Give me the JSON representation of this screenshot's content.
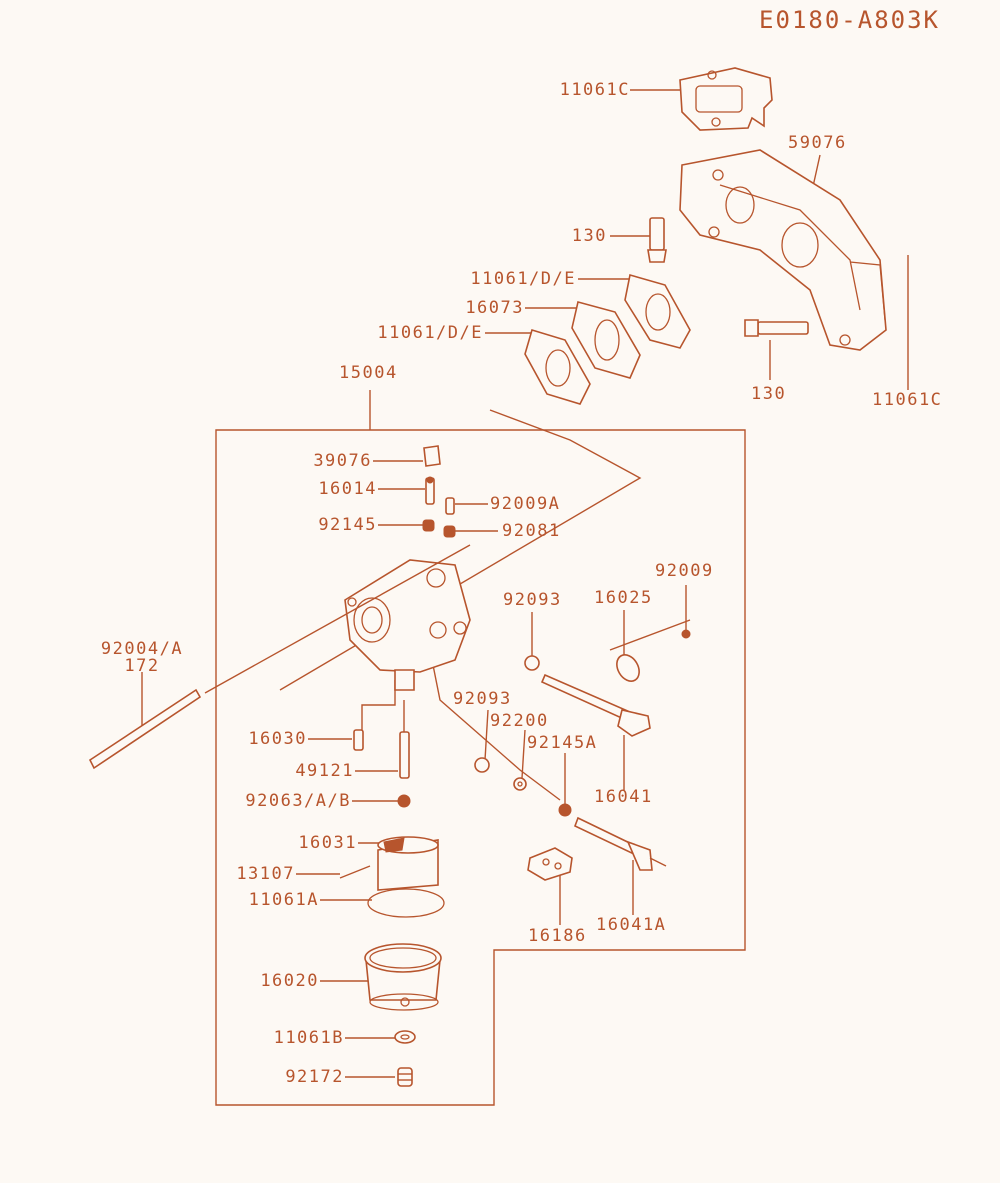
{
  "diagram_code": "E0180-A803K",
  "callouts": {
    "p11061C_top": "11061C",
    "p59076": "59076",
    "p130_a": "130",
    "p11061DE_a": "11061/D/E",
    "p16073": "16073",
    "p11061DE_b": "11061/D/E",
    "p130_b": "130",
    "p11061C_side": "11061C",
    "p15004": "15004",
    "p39076": "39076",
    "p16014": "16014",
    "p92009A": "92009A",
    "p92145": "92145",
    "p92081": "92081",
    "p92009": "92009",
    "p92093_a": "92093",
    "p16025": "16025",
    "p92004A": "92004/A",
    "p172": "172",
    "p92093_b": "92093",
    "p92200": "92200",
    "p92145A": "92145A",
    "p16030": "16030",
    "p16041": "16041",
    "p49121": "49121",
    "p92063": "92063/A/B",
    "p16031": "16031",
    "p13107": "13107",
    "p11061A": "11061A",
    "p16186": "16186",
    "p16041A": "16041A",
    "p16020": "16020",
    "p11061B": "11061B",
    "p92172": "92172"
  },
  "colors": {
    "ink": "#b7552d",
    "paper": "#fdf9f4"
  }
}
